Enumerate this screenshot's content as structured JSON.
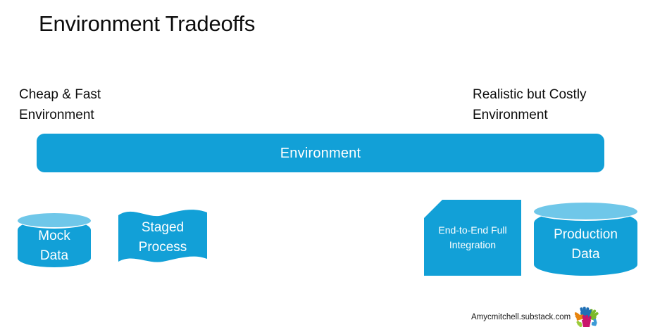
{
  "slide": {
    "title": "Environment Tradeoffs",
    "background_color": "#FFFFFF",
    "accent_color": "#12A0D7",
    "accent_light_color": "#6FC7E9",
    "text_color": "#0D0D0D"
  },
  "axis": {
    "left_label": "Cheap & Fast\nEnvironment",
    "right_label": "Realistic but Costly\nEnvironment",
    "bar_label": "Environment"
  },
  "shapes": [
    {
      "id": "mock-data",
      "label": "Mock\nData",
      "type": "cylinder"
    },
    {
      "id": "staged-process",
      "label": "Staged\nProcess",
      "type": "wave"
    },
    {
      "id": "end-to-end",
      "label": "End-to-End Full\nIntegration",
      "type": "beveled-box"
    },
    {
      "id": "production-data",
      "label": "Production\nData",
      "type": "cylinder"
    }
  ],
  "footer": {
    "site": "Amycmitchell.substack.com",
    "logo_name": "colorful-hands-logo",
    "logo_colors": [
      "#1F6FB5",
      "#C9156B",
      "#E8850E",
      "#7AB929",
      "#3C9AD6",
      "#D4D400"
    ]
  }
}
